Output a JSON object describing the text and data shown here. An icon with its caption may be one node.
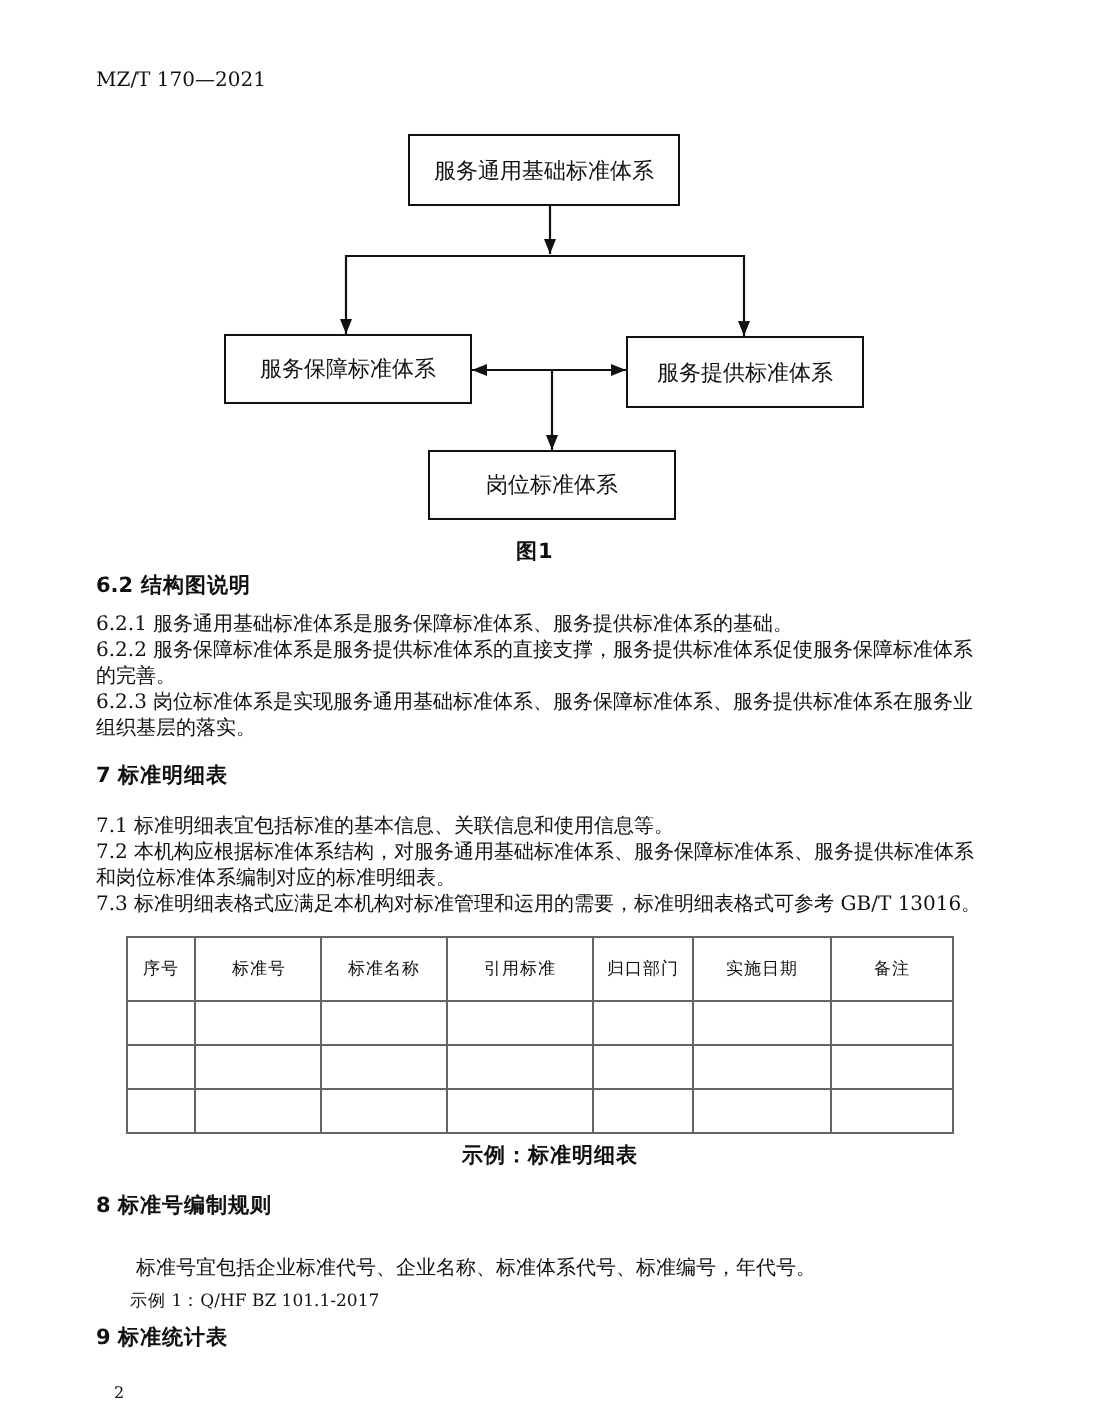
{
  "diagram": {
    "caption": "图1",
    "nodes": [
      {
        "text": [
          "服务通用基础标准体系"
        ]
      },
      {
        "text": [
          "服务保障标准体系"
        ]
      },
      {
        "text": [
          "服务提供标准体系"
        ]
      },
      {
        "text": [
          "岗位标准体系"
        ]
      }
    ],
    "edges": [
      {
        "from": 0,
        "to": 1,
        "arrow": "to"
      },
      {
        "from": 0,
        "to": 2,
        "arrow": "to"
      },
      {
        "from": 1,
        "to": 2,
        "arrow": "both"
      },
      {
        "from": null,
        "to": 3,
        "arrow": "to"
      }
    ],
    "labels": [
      "MZ/T 170—2021",
      "6.2 结构图说明",
      "6.2.1 服务通用基础标准体系是服务保障标准体系、服务提供标准体系的基础。",
      "6.2.2 服务保障标准体系是服务提供标准体系的直接支撑，服务提供标准体系促使服务保障标准体系的完善。",
      "6.2.3 岗位标准体系是实现服务通用基础标准体系、服务保障标准体系、服务提供标准体系在服务业组织基层的落实。",
      "7 标准明细表",
      "7.1 标准明细表宜包括标准的基本信息、关联信息和使用信息等。",
      "7.2 本机构应根据标准体系结构，对服务通用基础标准体系、服务保障标准体系、服务提供标准体系和岗位标准体系编制对应的标准明细表。",
      "7.3 标准明细表格式应满足本机构对标准管理和运用的需要，标准明细表格式可参考 GB/T 13016。",
      "序号",
      "标准号",
      "标准名称",
      "引用标准",
      "归口部门",
      "实施日期",
      "备注",
      "示例：标准明细表",
      "8 标准号编制规则",
      "标准号宜包括企业标准代号、企业名称、标准体系代号、标准编号，年代号。",
      "示例 1：Q/HF BZ 101.1-2017",
      "9 标准统计表",
      "2"
    ]
  }
}
